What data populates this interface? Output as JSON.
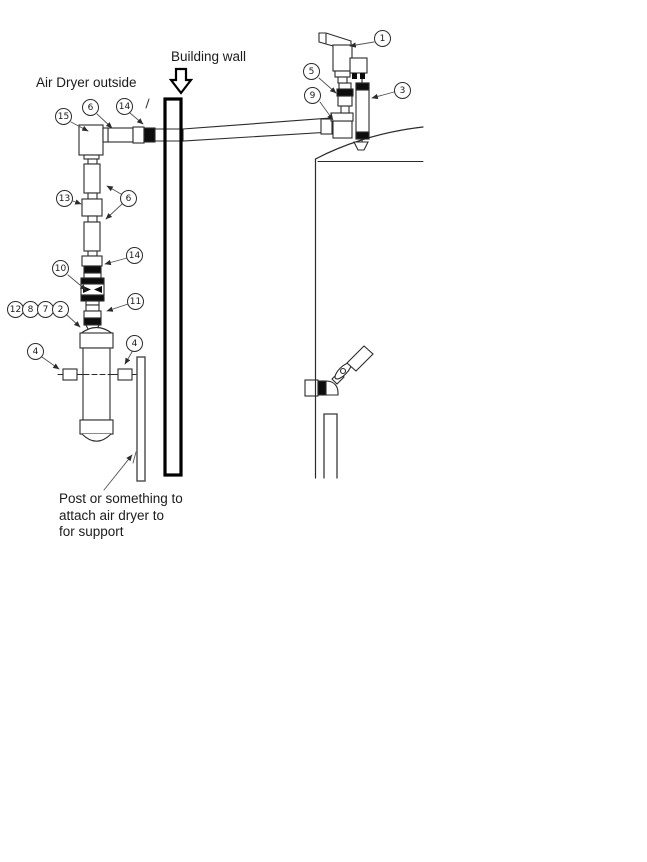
{
  "diagram": {
    "labels": {
      "building_wall": "Building wall",
      "air_dryer_outside": "Air Dryer outside",
      "post_note_line1": "Post or something to",
      "post_note_line2": "attach air dryer to",
      "post_note_line3": "for support"
    },
    "callouts": [
      {
        "number": "1"
      },
      {
        "number": "5"
      },
      {
        "number": "9"
      },
      {
        "number": "3"
      },
      {
        "number": "6"
      },
      {
        "number": "14"
      },
      {
        "number": "15"
      },
      {
        "number": "13"
      },
      {
        "number": "6"
      },
      {
        "number": "14"
      },
      {
        "number": "10"
      },
      {
        "number": "11"
      },
      {
        "number": "12"
      },
      {
        "number": "8"
      },
      {
        "number": "7"
      },
      {
        "number": "2"
      },
      {
        "number": "4"
      },
      {
        "number": "4"
      }
    ],
    "colors": {
      "line": "#2b2b2b",
      "black_fill": "#0d0d0d",
      "text": "#1b1b1b",
      "background": "#ffffff"
    }
  }
}
